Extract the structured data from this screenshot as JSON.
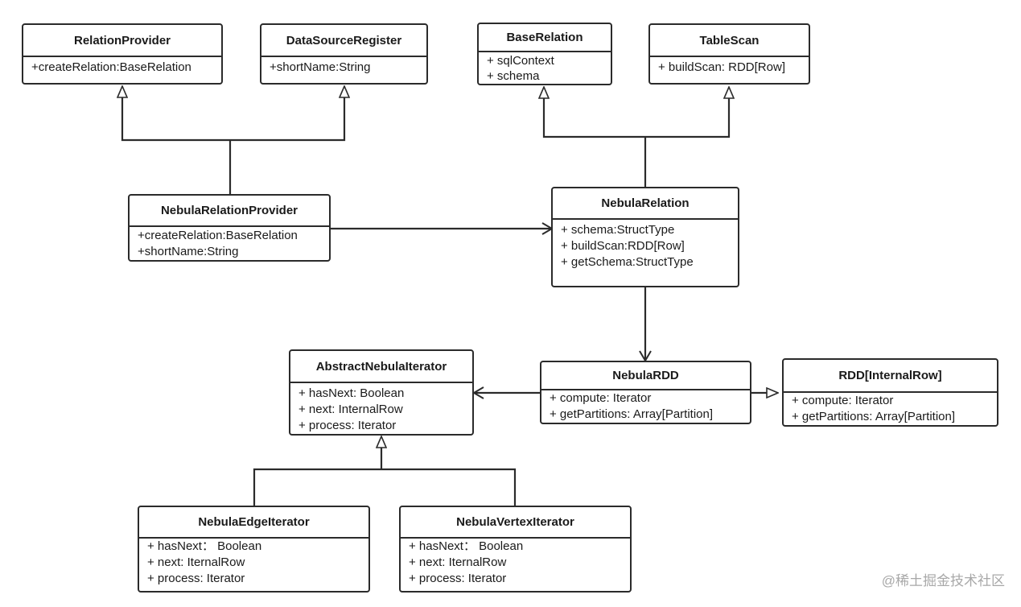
{
  "classes": {
    "relation_provider": {
      "name": "RelationProvider",
      "members": [
        "+createRelation:BaseRelation"
      ]
    },
    "datasource_register": {
      "name": "DataSourceRegister",
      "members": [
        "+shortName:String"
      ]
    },
    "base_relation": {
      "name": "BaseRelation",
      "members": [
        "+ sqlContext",
        "+ schema"
      ]
    },
    "table_scan": {
      "name": "TableScan",
      "members": [
        "+ buildScan: RDD[Row]"
      ]
    },
    "nebula_relation_provider": {
      "name": "NebulaRelationProvider",
      "members": [
        "+createRelation:BaseRelation",
        "+shortName:String"
      ]
    },
    "nebula_relation": {
      "name": "NebulaRelation",
      "members": [
        "+ schema:StructType",
        "+ buildScan:RDD[Row]",
        "+ getSchema:StructType"
      ]
    },
    "abstract_nebula_iterator": {
      "name": "AbstractNebulaIterator",
      "members": [
        "+ hasNext: Boolean",
        "+ next: InternalRow",
        "+ process: Iterator"
      ]
    },
    "nebula_rdd": {
      "name": "NebulaRDD",
      "members": [
        "+ compute: Iterator",
        "+ getPartitions: Array[Partition]"
      ]
    },
    "rdd_internal_row": {
      "name": "RDD[InternalRow]",
      "members": [
        "+ compute: Iterator",
        "+ getPartitions: Array[Partition]"
      ]
    },
    "nebula_edge_iterator": {
      "name": "NebulaEdgeIterator",
      "members": [
        "+ hasNext： Boolean",
        "+ next: IternalRow",
        "+ process: Iterator"
      ]
    },
    "nebula_vertex_iterator": {
      "name": "NebulaVertexIterator",
      "members": [
        "+ hasNext： Boolean",
        "+ next: IternalRow",
        "+ process: Iterator"
      ]
    }
  },
  "watermark": "@稀土掘金技术社区"
}
